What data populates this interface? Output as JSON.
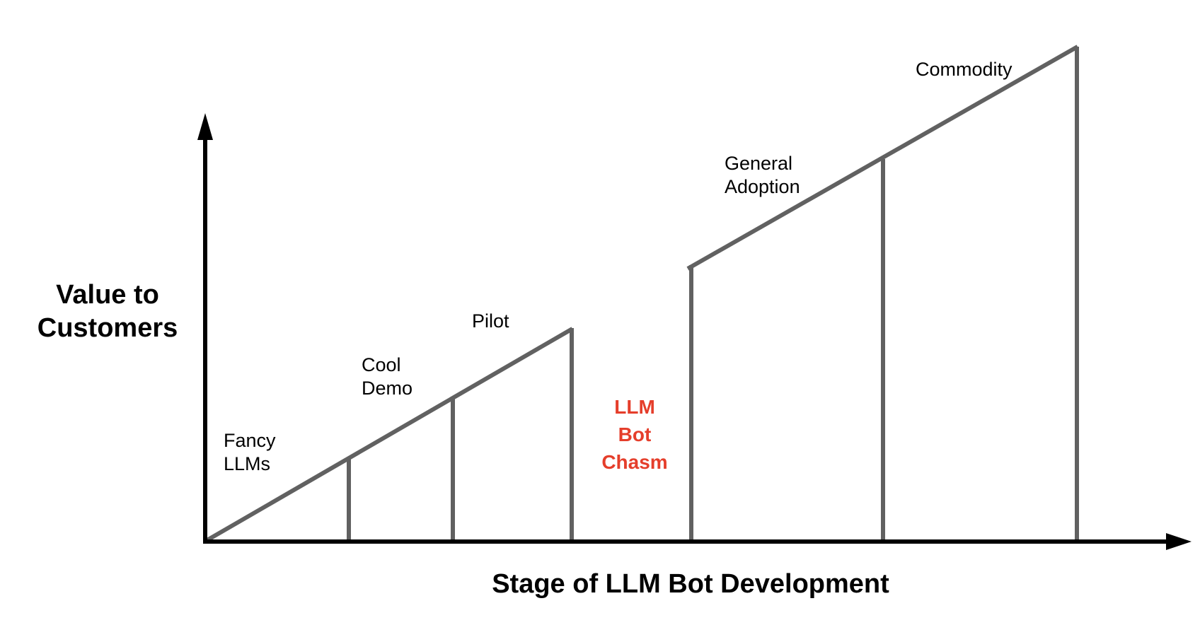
{
  "colors": {
    "background": "#FFFFFF",
    "axis": "#000000",
    "curve_gray": "#616161",
    "text": "#000000",
    "chasm_red": "#E53E2B"
  },
  "y_axis_title": {
    "line1": "Value to",
    "line2": "Customers"
  },
  "x_axis_title": "Stage of LLM Bot Development",
  "stage_labels": {
    "fancy_llms": {
      "line1": "Fancy",
      "line2": "LLMs"
    },
    "cool_demo": {
      "line1": "Cool",
      "line2": "Demo"
    },
    "pilot": "Pilot",
    "general_adoption": {
      "line1": "General",
      "line2": "Adoption"
    },
    "commodity": "Commodity"
  },
  "chasm_label": {
    "line1": "LLM",
    "line2": "Bot",
    "line3": "Chasm"
  }
}
